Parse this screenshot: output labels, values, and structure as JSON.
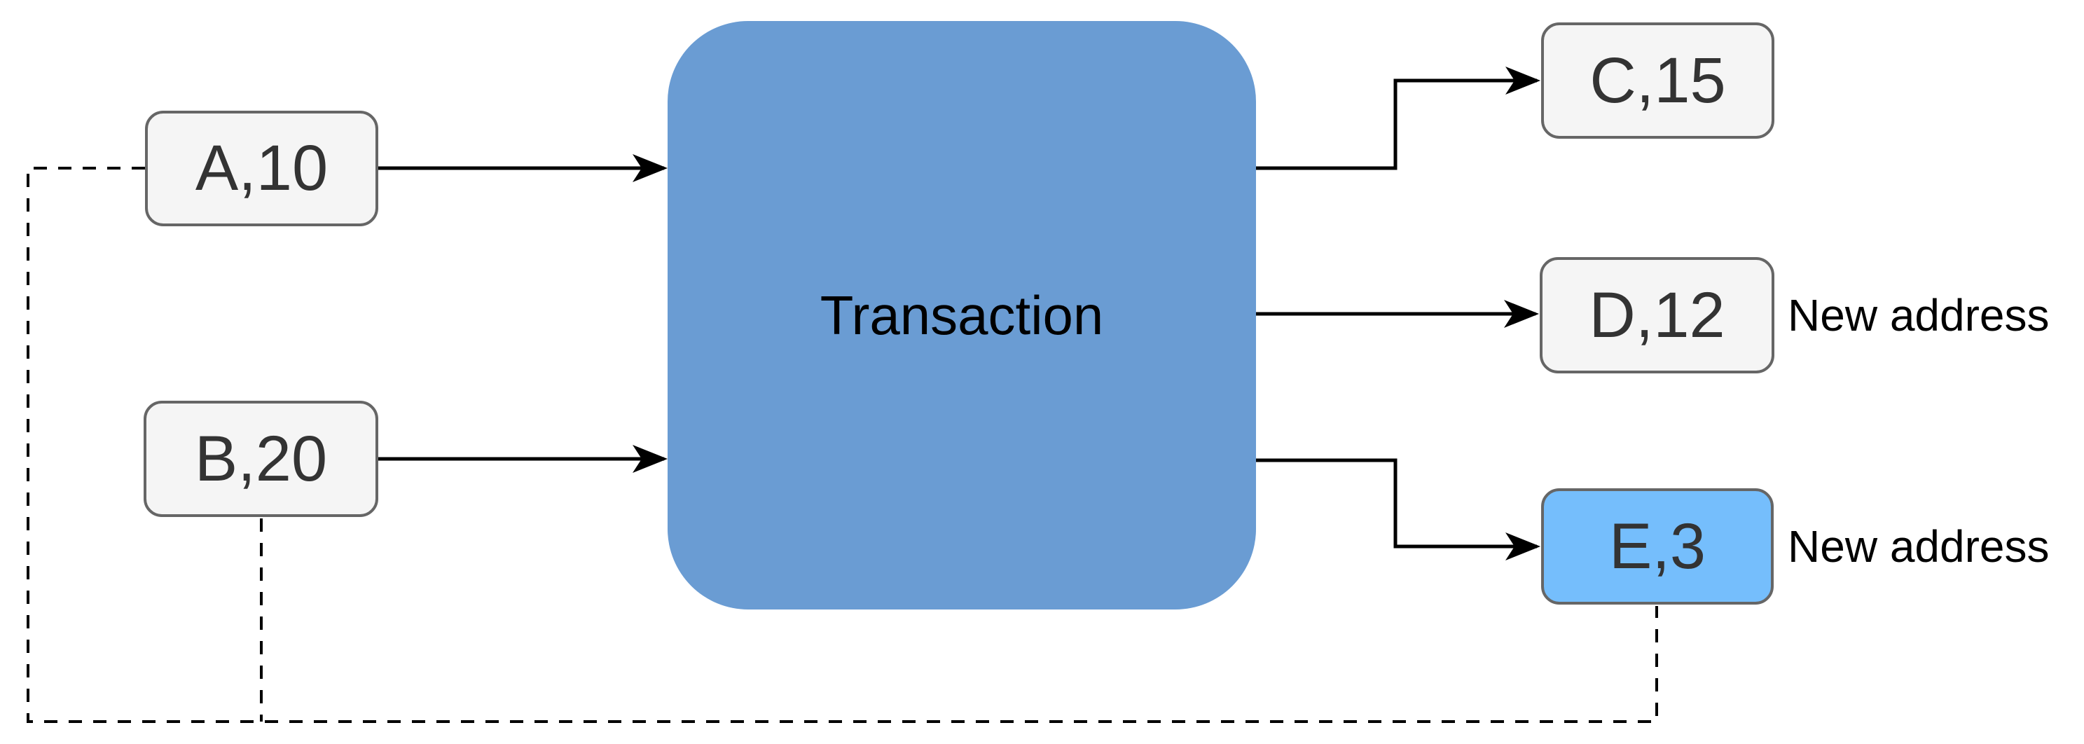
{
  "diagram": {
    "type": "transaction-flow",
    "transaction": {
      "label": "Transaction"
    },
    "inputs": [
      {
        "id": "A",
        "label": "A,10"
      },
      {
        "id": "B",
        "label": "B,20"
      }
    ],
    "outputs": [
      {
        "id": "C",
        "label": "C,15"
      },
      {
        "id": "D",
        "label": "D,12",
        "annotation": "New address"
      },
      {
        "id": "E",
        "label": "E,3",
        "annotation": "New address",
        "highlighted": true
      }
    ],
    "colors": {
      "background": "#ffffff",
      "node_fill": "#f5f5f5",
      "node_border": "#666666",
      "node_text": "#333333",
      "transaction_fill": "#6a9cd3",
      "highlight_fill": "#75befc",
      "line": "#000000"
    },
    "line_styles": {
      "solid_connector": "arrow",
      "change_link": "dashed"
    }
  }
}
